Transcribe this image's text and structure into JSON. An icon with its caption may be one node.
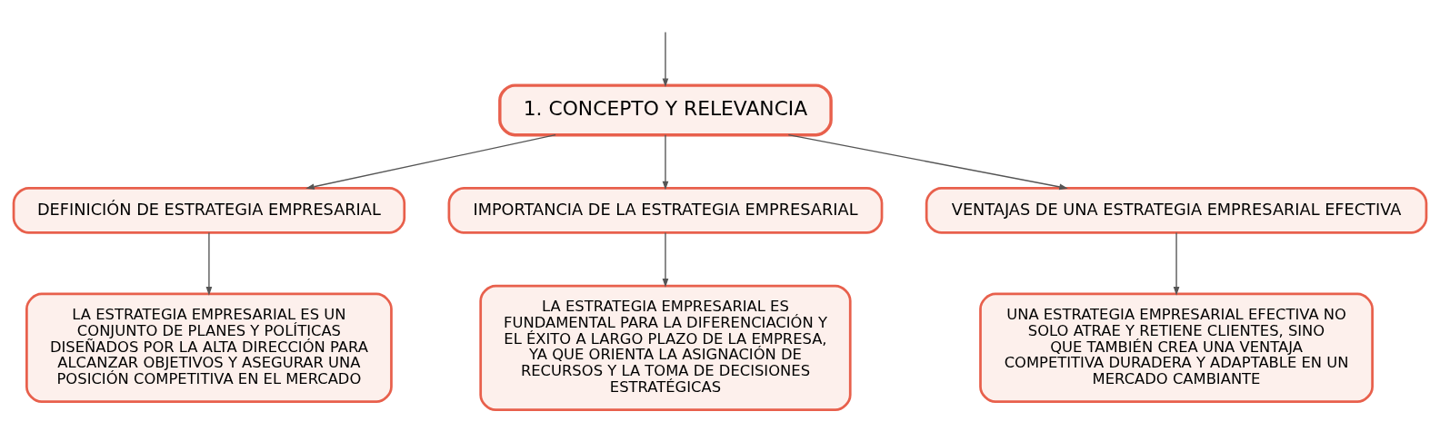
{
  "diagram": {
    "nodes": [
      {
        "text": [
          "1. CONCEPTO Y RELEVANCIA"
        ]
      },
      {
        "text": [
          "DEFINICIÓN DE ESTRATEGIA EMPRESARIAL"
        ]
      },
      {
        "text": [
          "IMPORTANCIA DE LA ESTRATEGIA EMPRESARIAL"
        ]
      },
      {
        "text": [
          "VENTAJAS DE UNA ESTRATEGIA EMPRESARIAL EFECTIVA"
        ]
      },
      {
        "text": [
          "LA ESTRATEGIA EMPRESARIAL ES UN CONJUNTO DE PLANES Y POLÍTICAS DISEÑADOS POR LA ALTA DIRECCIÓN PARA ALCANZAR OBJETIVOS Y ASEGURAR UNA POSICIÓN COMPETITIVA EN EL MERCADO"
        ]
      },
      {
        "text": [
          "LA ESTRATEGIA EMPRESARIAL ES FUNDAMENTAL PARA LA DIFERENCIACIÓN Y EL ÉXITO A LARGO PLAZO DE LA EMPRESA, YA QUE ORIENTA LA ASIGNACIÓN DE RECURSOS Y LA TOMA DE DECISIONES ESTRATÉGICAS"
        ]
      },
      {
        "text": [
          "UNA ESTRATEGIA EMPRESARIAL EFECTIVA NO SOLO ATRAE Y RETIENE CLIENTES, SINO QUE TAMBIÉN CREA UNA VENTAJA COMPETITIVA DURADERA Y ADAPTABLE EN UN MERCADO CAMBIANTE"
        ]
      }
    ],
    "edges": [
      {
        "from": null,
        "to": 0,
        "arrow": "to"
      },
      {
        "from": 0,
        "to": 1,
        "arrow": "to"
      },
      {
        "from": 0,
        "to": 2,
        "arrow": "to"
      },
      {
        "from": 0,
        "to": 3,
        "arrow": "to"
      },
      {
        "from": 1,
        "to": 4,
        "arrow": "to"
      },
      {
        "from": 2,
        "to": 5,
        "arrow": "to"
      },
      {
        "from": 3,
        "to": 6,
        "arrow": "to"
      }
    ]
  }
}
